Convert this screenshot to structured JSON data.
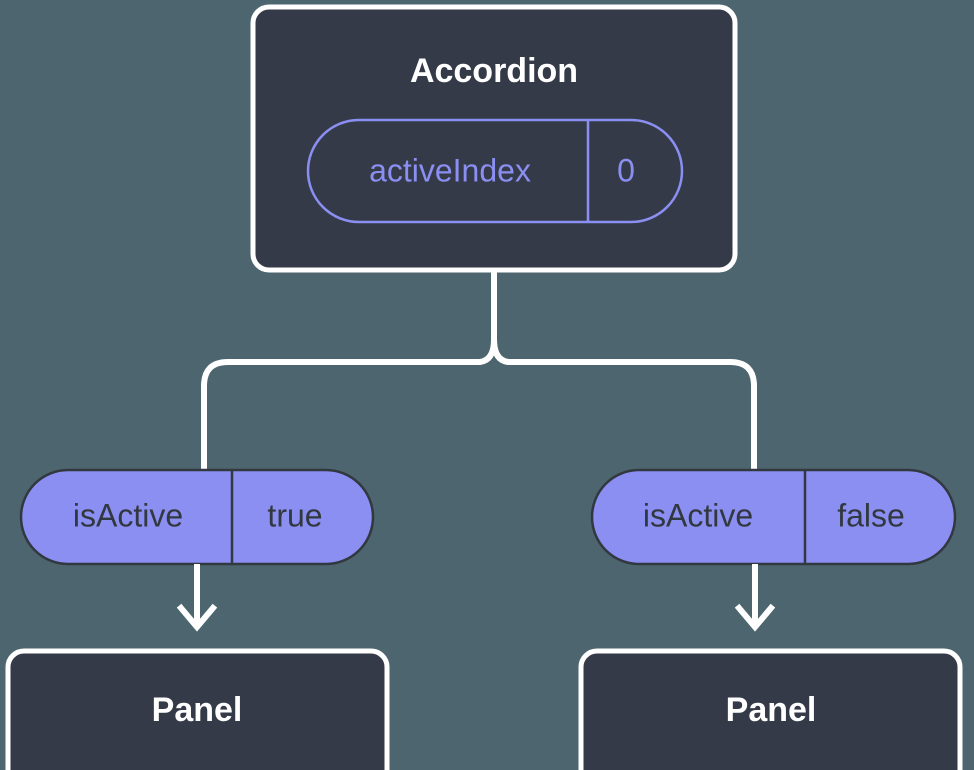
{
  "diagram": {
    "type": "component-state-tree",
    "background_color": "#4c656e",
    "node_fill": "#343a48",
    "node_stroke": "#ffffff",
    "pill_fill": "#8b8ff2",
    "pill_stroke_dark": "#32383f",
    "pill_stroke_light": "#8b8ff2",
    "text_light": "#ffffff",
    "text_dark": "#32383f",
    "connector_color": "#ffffff"
  },
  "root": {
    "title": "Accordion",
    "prop": {
      "key": "activeIndex",
      "value": "0"
    }
  },
  "branches": [
    {
      "side": "left",
      "prop": {
        "key": "isActive",
        "value": "true"
      },
      "child": {
        "title": "Panel"
      }
    },
    {
      "side": "right",
      "prop": {
        "key": "isActive",
        "value": "false"
      },
      "child": {
        "title": "Panel"
      }
    }
  ]
}
